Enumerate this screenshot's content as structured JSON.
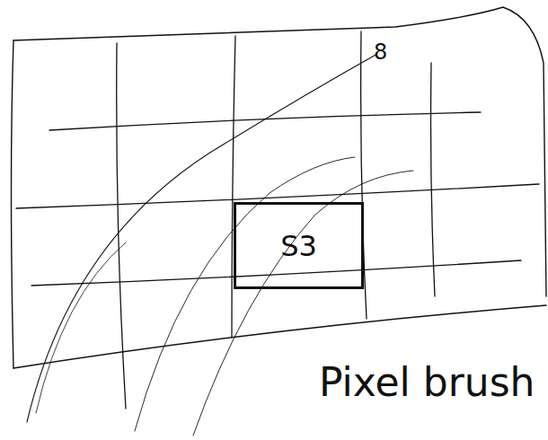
{
  "diagram": {
    "nodes": [
      {
        "text": [
          "S3"
        ]
      }
    ],
    "labels": [
      "8",
      "Pixel brush"
    ]
  }
}
